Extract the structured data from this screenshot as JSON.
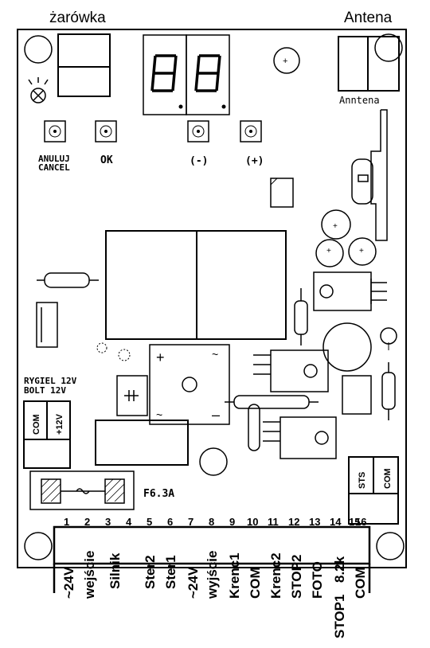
{
  "labels": {
    "bulb": "żarówka",
    "antenna": "Antena",
    "antenna_board": "Anntena",
    "cancel_pl": "ANULUJ",
    "cancel_en": "CANCEL",
    "ok": "OK",
    "minus": "(-)",
    "plus": "(+)",
    "bolt_pl": "RYGIEL 12V",
    "bolt_en": "BOLT 12V",
    "com_left": "COM",
    "plus12": "+12V",
    "fuse": "F6.3A",
    "sts": "STS",
    "com_right": "COM"
  },
  "terminal_numbers": [
    "1",
    "2",
    "3",
    "4",
    "5",
    "6",
    "7",
    "8",
    "9",
    "10",
    "11",
    "12",
    "13",
    "14",
    "15",
    "16"
  ],
  "terminal_labels": [
    "~24V",
    "wejście",
    "Silnik",
    "Ster2",
    "Ster1",
    "~24V",
    "wyjście",
    "Krenc1",
    "COM",
    "Krenc2",
    "STOP2",
    "FOTO",
    "8.2k",
    "STOP1",
    "COM"
  ]
}
